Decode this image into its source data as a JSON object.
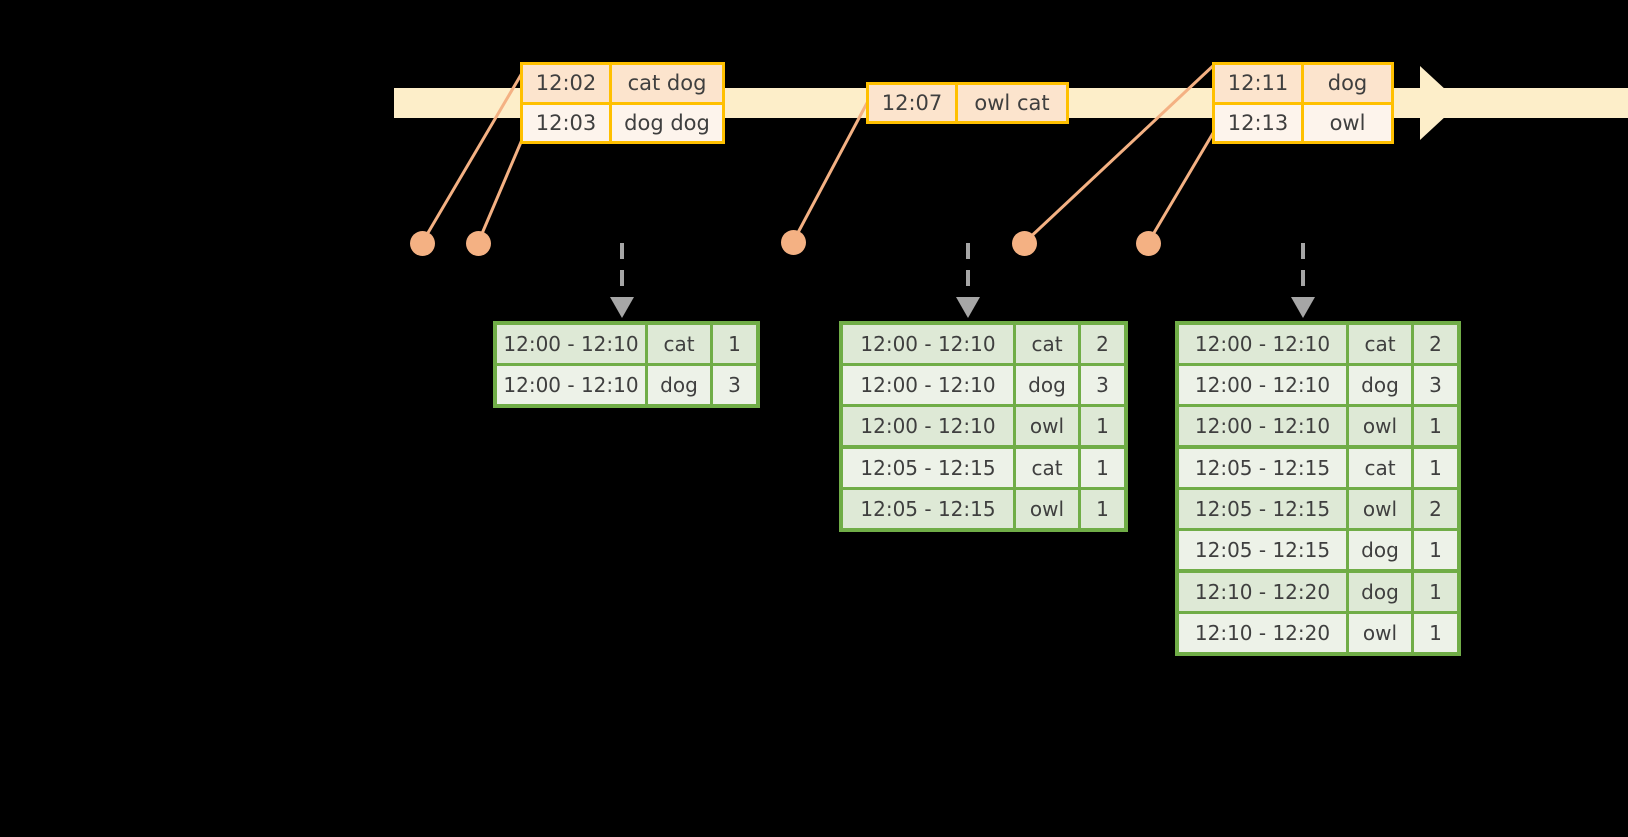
{
  "timeline": {
    "bar_color": "#fdeec9",
    "events": [
      {
        "id": "evt-1",
        "rows": [
          {
            "time": "12:02",
            "value": "cat dog"
          },
          {
            "time": "12:03",
            "value": "dog dog"
          }
        ]
      },
      {
        "id": "evt-2",
        "rows": [
          {
            "time": "12:07",
            "value": "owl cat"
          }
        ]
      },
      {
        "id": "evt-3",
        "rows": [
          {
            "time": "12:11",
            "value": "dog"
          },
          {
            "time": "12:13",
            "value": "owl"
          }
        ]
      }
    ]
  },
  "markers": [
    {
      "id": "marker-1",
      "label": "12:02"
    },
    {
      "id": "marker-2",
      "label": "12:03"
    },
    {
      "id": "marker-3",
      "label": "12:07"
    },
    {
      "id": "marker-4",
      "label": "12:11"
    },
    {
      "id": "marker-5",
      "label": "12:13"
    }
  ],
  "tables": [
    {
      "id": "result-table-1",
      "rows": [
        {
          "window": "12:00 - 12:10",
          "key": "cat",
          "count": "1"
        },
        {
          "window": "12:00 - 12:10",
          "key": "dog",
          "count": "3"
        }
      ]
    },
    {
      "id": "result-table-2",
      "rows": [
        {
          "window": "12:00 - 12:10",
          "key": "cat",
          "count": "2"
        },
        {
          "window": "12:00 - 12:10",
          "key": "dog",
          "count": "3"
        },
        {
          "window": "12:00 - 12:10",
          "key": "owl",
          "count": "1"
        },
        {
          "window": "12:05 - 12:15",
          "key": "cat",
          "count": "1"
        },
        {
          "window": "12:05 - 12:15",
          "key": "owl",
          "count": "1"
        }
      ]
    },
    {
      "id": "result-table-3",
      "rows": [
        {
          "window": "12:00 - 12:10",
          "key": "cat",
          "count": "2"
        },
        {
          "window": "12:00 - 12:10",
          "key": "dog",
          "count": "3"
        },
        {
          "window": "12:00 - 12:10",
          "key": "owl",
          "count": "1"
        },
        {
          "window": "12:05 - 12:15",
          "key": "cat",
          "count": "1"
        },
        {
          "window": "12:05 - 12:15",
          "key": "owl",
          "count": "2"
        },
        {
          "window": "12:05 - 12:15",
          "key": "dog",
          "count": "1"
        },
        {
          "window": "12:10 - 12:20",
          "key": "dog",
          "count": "1"
        },
        {
          "window": "12:10 - 12:20",
          "key": "owl",
          "count": "1"
        }
      ]
    }
  ],
  "colors": {
    "event_border": "#ffc000",
    "event_shade": "#fce4cd",
    "event_light": "#fdf4ec",
    "table_border": "#70ad47",
    "table_shade": "#dee9d6",
    "table_light": "#edf2e8",
    "dot": "#f4b183",
    "connector": "#f4b183",
    "dashed_arrow": "#a6a6a6",
    "background": "#000000"
  }
}
